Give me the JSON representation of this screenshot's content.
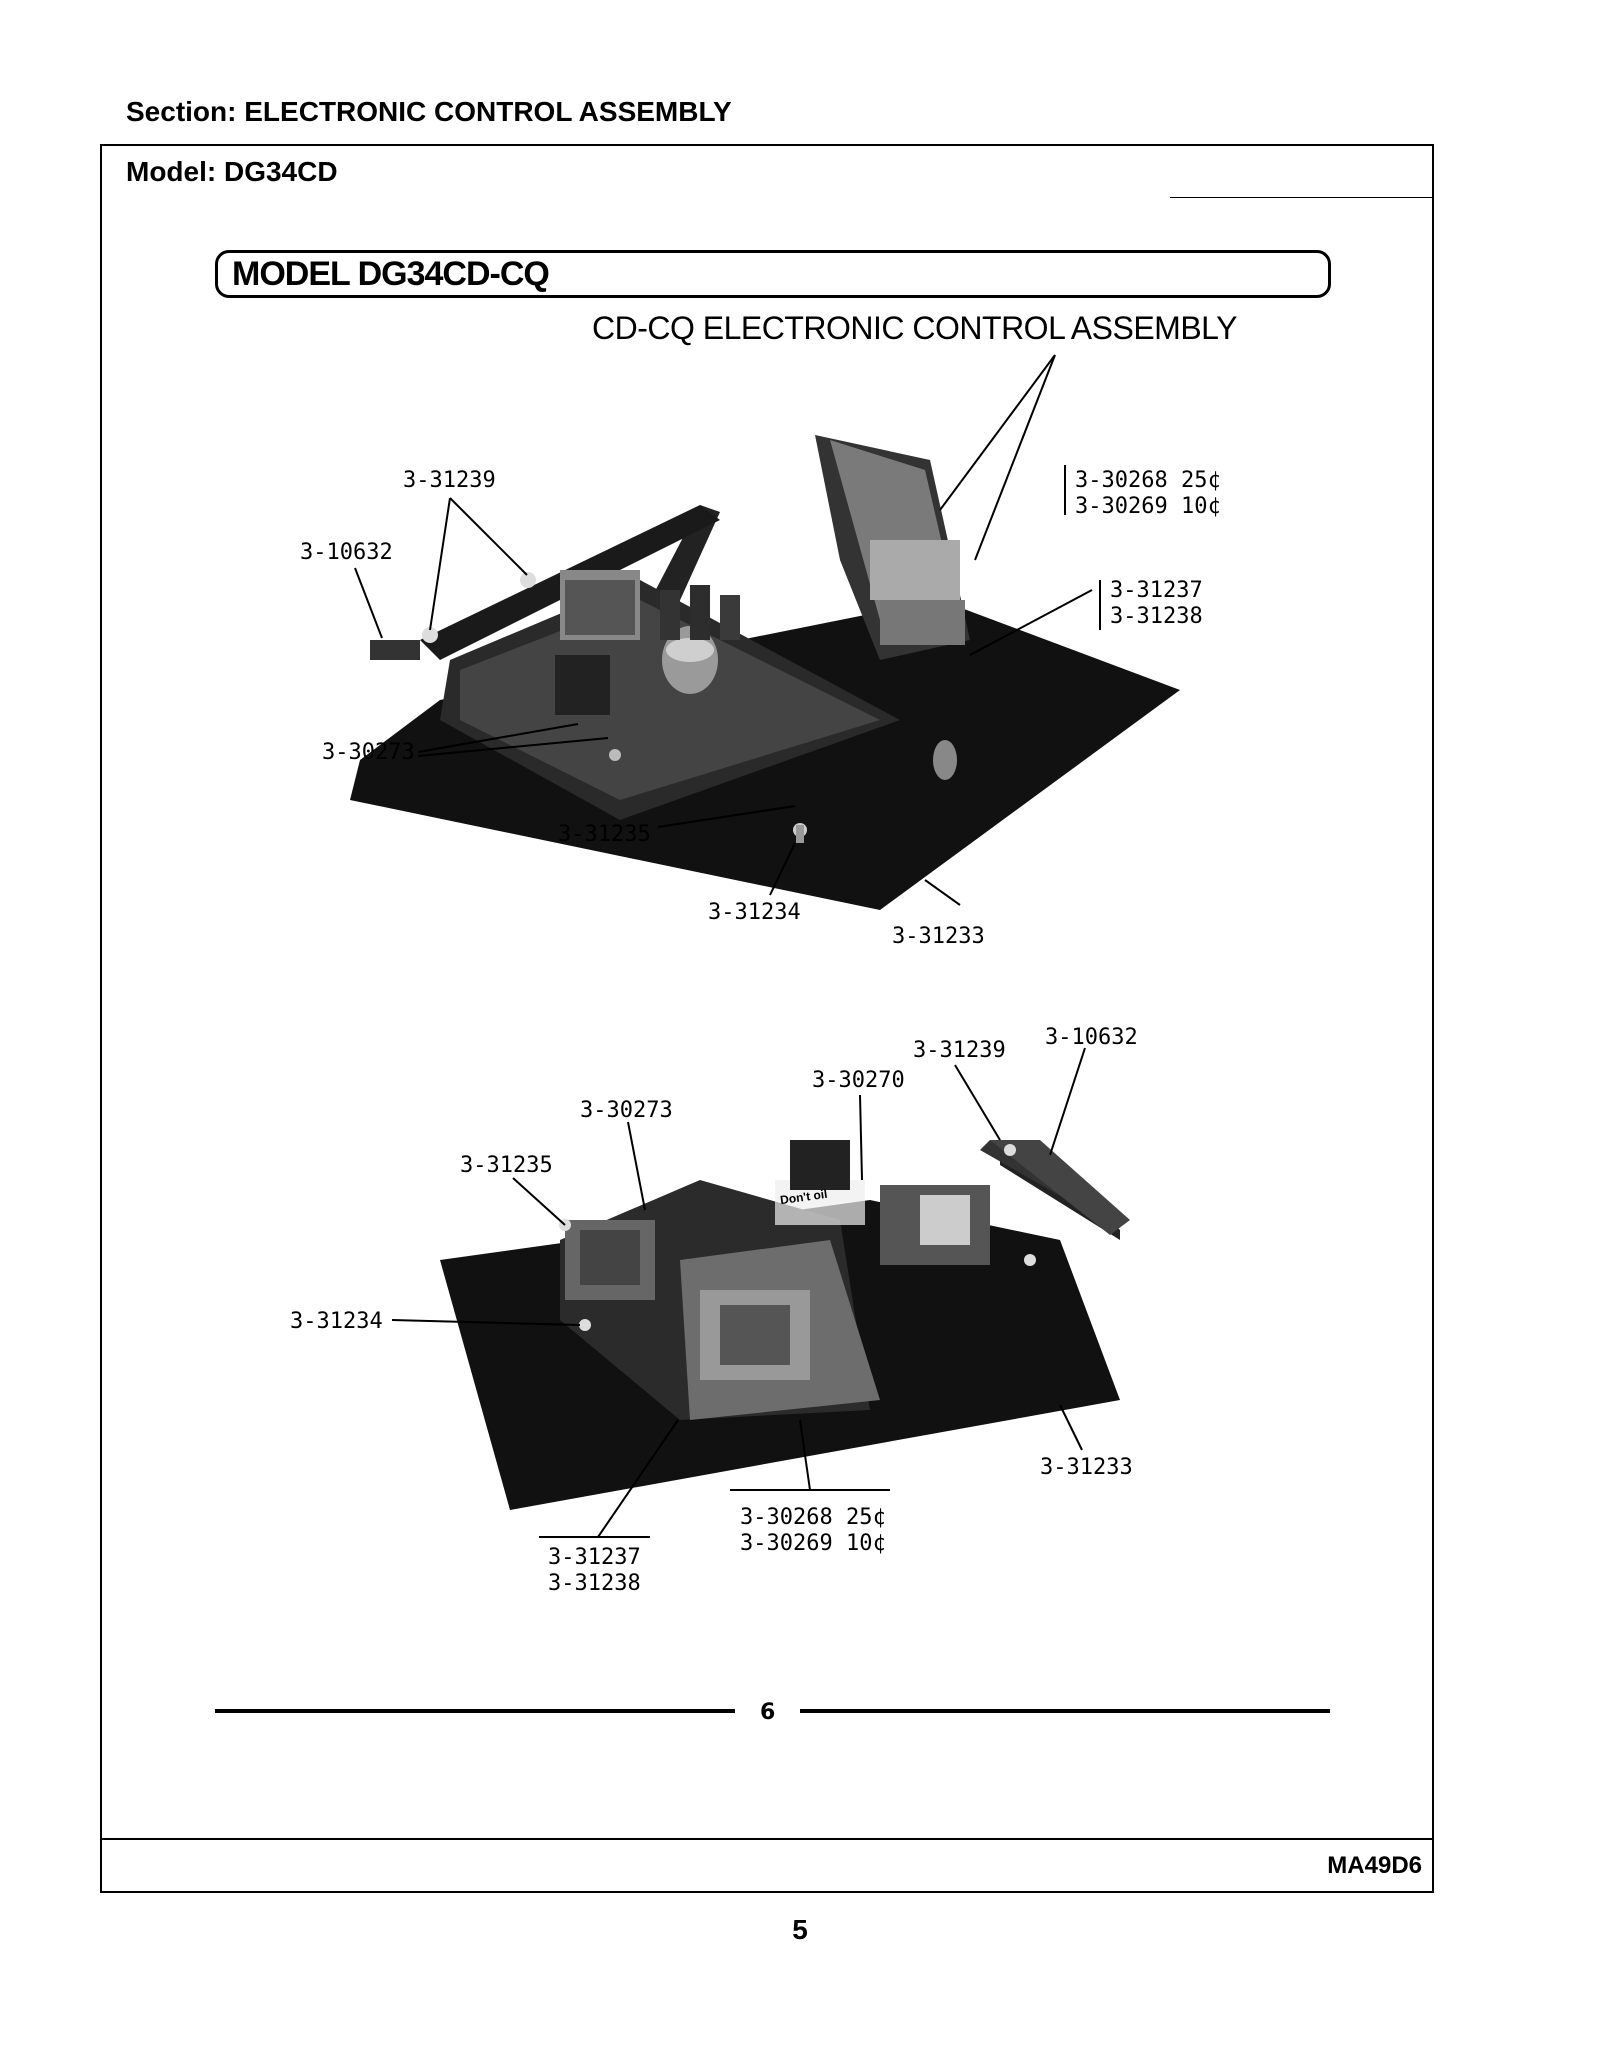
{
  "header": {
    "section": "Section:  ELECTRONIC CONTROL ASSEMBLY",
    "model": "Model:  DG34CD"
  },
  "banner": {
    "title": "MODEL DG34CD-CQ",
    "subtitle": "CD-CQ ELECTRONIC CONTROL ASSEMBLY"
  },
  "figure_top": {
    "labels": {
      "p31239": "3-31239",
      "p10632": "3-10632",
      "p30268": "3-30268  25¢",
      "p30269": "3-30269  10¢",
      "p31237": "3-31237",
      "p31238": "3-31238",
      "p30273": "3-30273",
      "p31235": "3-31235",
      "p31234": "3-31234",
      "p31233": "3-31233"
    }
  },
  "figure_bottom": {
    "labels": {
      "p31239": "3-31239",
      "p10632": "3-10632",
      "p30270": "3-30270",
      "p30273": "3-30273",
      "p31235": "3-31235",
      "p31234": "3-31234",
      "p31233": "3-31233",
      "p30268": "3-30268  25¢",
      "p30269": "3-30269  10¢",
      "p31237": "3-31237",
      "p31238": "3-31238"
    },
    "sticker": "Don't oil"
  },
  "inner_page_number": "6",
  "footer": {
    "doc_code": "MA49D6",
    "page_number": "5"
  }
}
